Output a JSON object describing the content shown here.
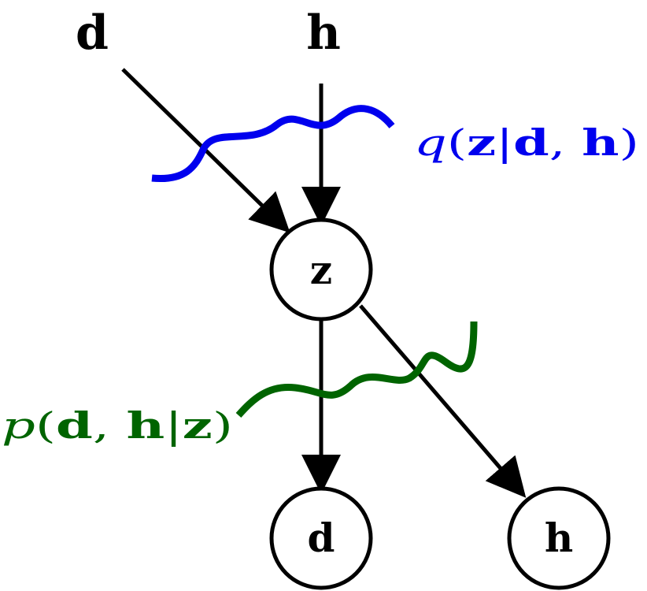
{
  "inputs": {
    "d_label": "d",
    "h_label": "h"
  },
  "nodes": {
    "z_label": "z",
    "d_label": "d",
    "h_label": "h"
  },
  "encoder": {
    "fn": "q",
    "open": "(",
    "z": "z",
    "bar": "|",
    "d": "d",
    "comma": ", ",
    "h": "h",
    "close": ")",
    "color": "#0000ee"
  },
  "decoder": {
    "fn": "p",
    "open": "(",
    "d": "d",
    "comma": ", ",
    "h": "h",
    "bar": "|",
    "z": "z",
    "close": ")",
    "color": "#006400"
  },
  "colors": {
    "edge": "#000000",
    "background": "#ffffff"
  }
}
